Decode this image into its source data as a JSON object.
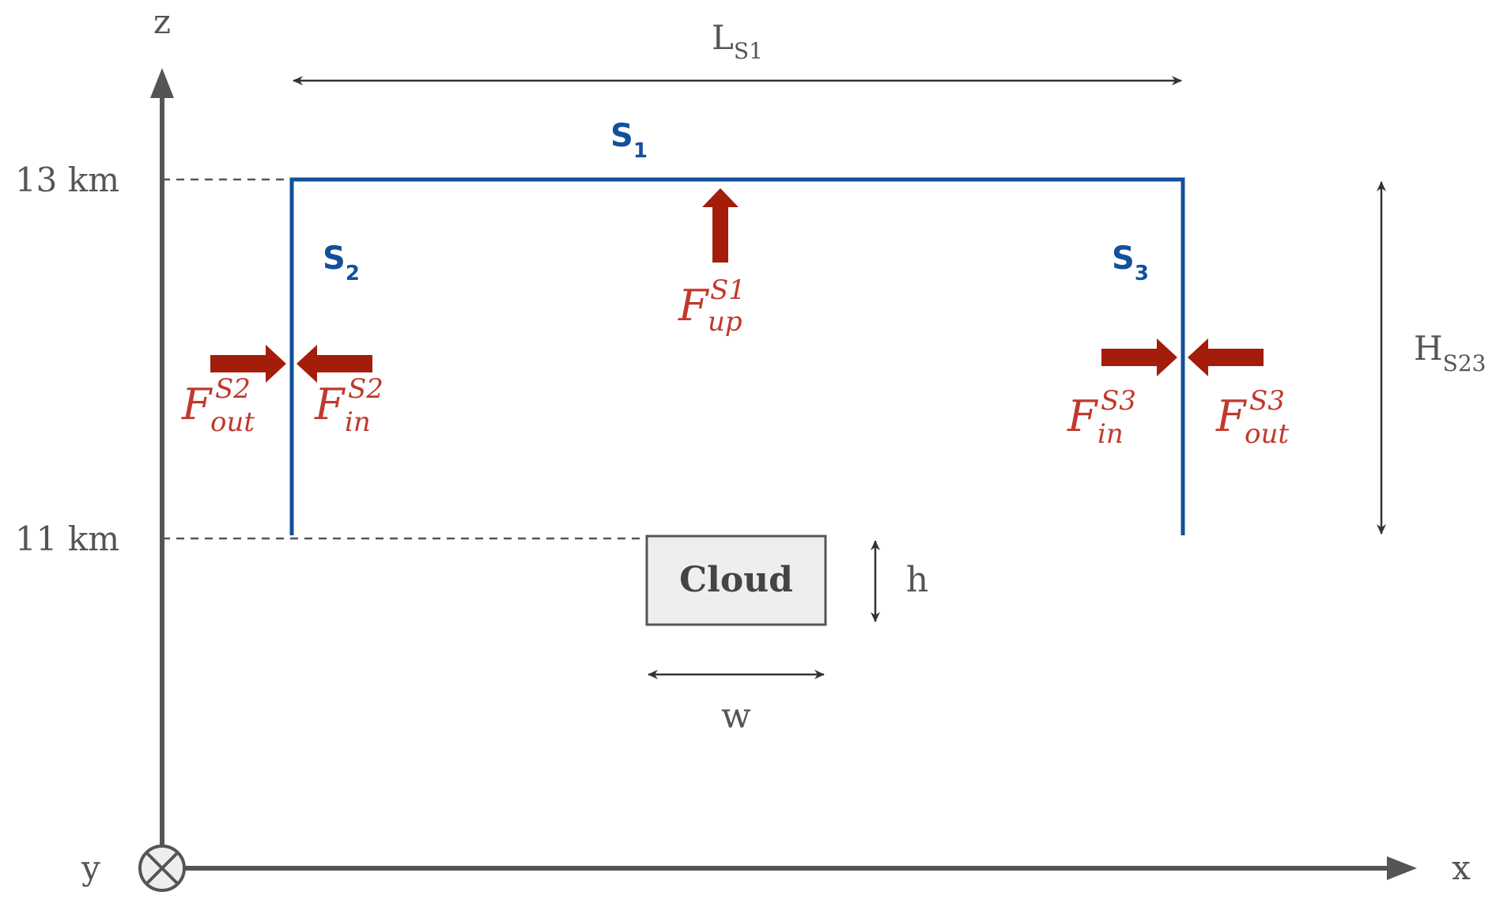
{
  "axes": {
    "z_label": "z",
    "x_label": "x",
    "y_label": "y"
  },
  "levels": [
    {
      "label": "13 km"
    },
    {
      "label": "11 km"
    }
  ],
  "surfaces": {
    "s1": {
      "main": "S",
      "sub": "1"
    },
    "s2": {
      "main": "S",
      "sub": "2"
    },
    "s3": {
      "main": "S",
      "sub": "3"
    }
  },
  "dimensions": {
    "length": {
      "main": "L",
      "sub": "S1"
    },
    "height": {
      "main": "H",
      "sub": "S23"
    },
    "cloud_height": "h",
    "cloud_width": "w"
  },
  "cloud": {
    "label": "Cloud"
  },
  "fluxes": {
    "up_s1": {
      "main": "F",
      "sup": "S1",
      "sub": "up"
    },
    "out_s2": {
      "main": "F",
      "sup": "S2",
      "sub": "out"
    },
    "in_s2": {
      "main": "F",
      "sup": "S2",
      "sub": "in"
    },
    "in_s3": {
      "main": "F",
      "sup": "S3",
      "sub": "in"
    },
    "out_s3": {
      "main": "F",
      "sup": "S3",
      "sub": "out"
    }
  },
  "colors": {
    "surface": "#13509a",
    "flux": "#a31d0a",
    "flux_text": "#c0392b",
    "axis": "#555555",
    "cloud_fill": "#eeeeee"
  }
}
